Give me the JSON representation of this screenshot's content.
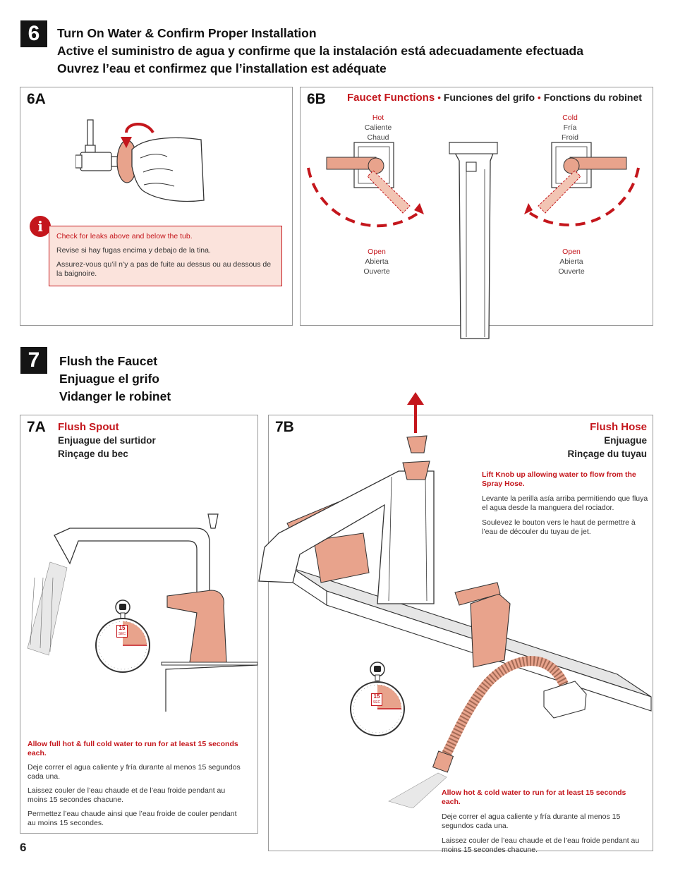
{
  "step6": {
    "number": "6",
    "titles": [
      "Turn On Water & Confirm Proper Installation",
      "Active el suministro de agua y confirme que la instalación está adecuadamente efectuada",
      "Ouvrez l’eau et confirmez que l’installation est adéquate"
    ]
  },
  "panel6a": {
    "label": "6A",
    "info_icon": "i",
    "notes": [
      "Check for leaks above and below the tub.",
      "Revise si hay fugas encima y debajo de la tina.",
      "Assurez-vous qu’il n’y a pas de fuite au dessus ou au dessous de la baignoire."
    ]
  },
  "panel6b": {
    "label": "6B",
    "heading_en": "Faucet Functions",
    "heading_sep": "•",
    "heading_es": "Funciones del grifo",
    "heading_fr": "Fonctions du robinet",
    "hot": [
      "Hot",
      "Caliente",
      "Chaud"
    ],
    "cold": [
      "Cold",
      "Fría",
      "Froid"
    ],
    "open_left": [
      "Open",
      "Abierta",
      "Ouverte"
    ],
    "open_right": [
      "Open",
      "Abierta",
      "Ouverte"
    ]
  },
  "step7": {
    "number": "7",
    "titles": [
      "Flush the Faucet",
      "Enjuague el grifo",
      "Vidanger le robinet"
    ]
  },
  "panel7a": {
    "label": "7A",
    "heading_en": "Flush Spout",
    "heading_es": "Enjuague del surtidor",
    "heading_fr": "Rinçage du bec",
    "timer_value": "15",
    "timer_unit": "SEC",
    "note_bold": "Allow full hot & full cold water to run for at least 15 seconds each.",
    "notes": [
      "Deje correr el agua caliente y fría durante al menos 15 segundos cada una.",
      "Laissez couler de l’eau chaude et de l’eau froide pendant au moins 15 secondes chacune.",
      "Permettez l’eau chaude ainsi que l’eau froide de couler pendant au moins 15 secondes."
    ]
  },
  "panel7b": {
    "label": "7B",
    "heading_en": "Flush Hose",
    "heading_es": "Enjuague",
    "heading_fr": "Rinçage du tuyau",
    "lift_bold": "Lift Knob up allowing water to flow from the Spray Hose.",
    "lift_notes": [
      "Levante la perilla asía arriba permitiendo que fluya el agua desde la manguera del rociador.",
      "Soulevez le bouton vers le haut de permettre à l’eau de découler du tuyau de jet."
    ],
    "timer_value": "15",
    "timer_unit": "SEC",
    "note_bold": "Allow hot & cold water to run for at least 15 seconds each.",
    "notes": [
      "Deje correr el agua caliente y fría durante al menos 15 segundos cada una.",
      "Laissez couler de l’eau chaude et de l’eau froide pendant au moins 15 secondes chacune."
    ]
  },
  "page_number": "6",
  "colors": {
    "accent": "#c4161c",
    "copper": "#e8a38c",
    "badge": "#141414",
    "note_bg": "#fbe3dc"
  }
}
